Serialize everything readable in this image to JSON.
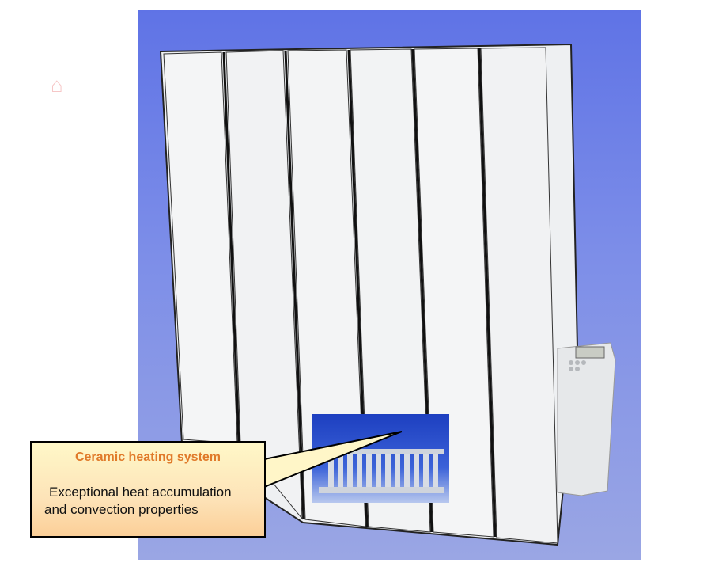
{
  "callout": {
    "title": "Ceramic heating system",
    "line1": "Exceptional heat accumulation",
    "line2": "and convection properties"
  },
  "icons": [
    "house-watermark-icon"
  ],
  "colors": {
    "background_blue": "#6a7de6",
    "callout_title": "#e07a2a",
    "callout_fill": "#fde3b8"
  }
}
